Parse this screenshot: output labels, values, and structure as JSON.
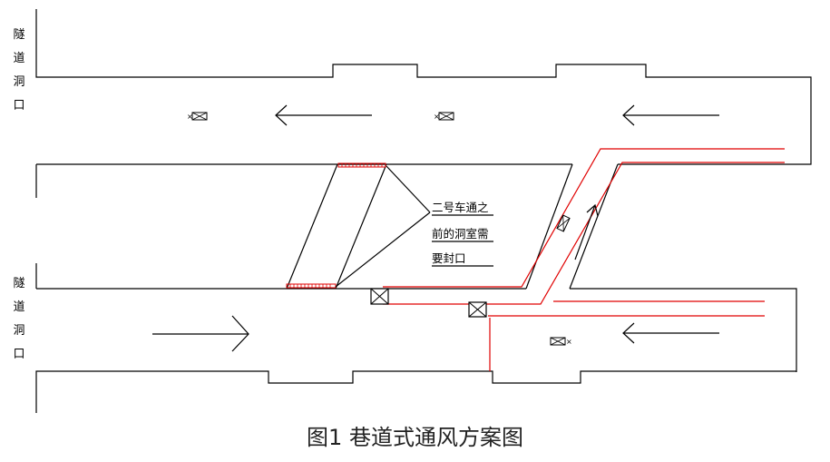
{
  "portal_top": [
    "隧",
    "道",
    "洞",
    "口"
  ],
  "portal_bottom": [
    "隧",
    "道",
    "洞",
    "口"
  ],
  "note": {
    "line1": "二号车通之",
    "line2": "前的洞室需",
    "line3": "要封口"
  },
  "caption": "图1  巷道式通风方案图",
  "colors": {
    "line": "#000000",
    "duct": "#e00000",
    "caption": "#222222"
  }
}
